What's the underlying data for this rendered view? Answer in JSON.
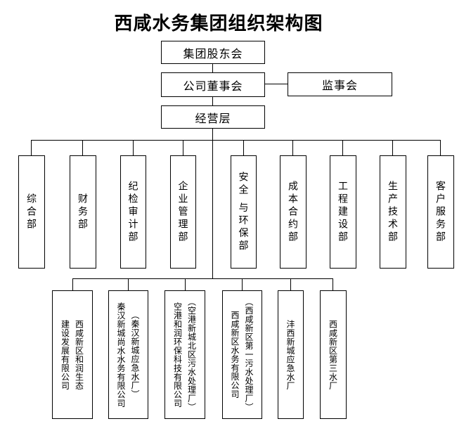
{
  "title": "西咸水务集团组织架构图",
  "top_boxes": {
    "shareholders": "集团股东会",
    "board": "公司董事会",
    "supervisory": "监事会",
    "management": "经营层"
  },
  "departments": [
    "综合部",
    "财务部",
    "纪检审计部",
    "企业管理部",
    "安全 与环保部",
    "成本合约部",
    "工程建设部",
    "生产技术部",
    "客户服务部"
  ],
  "subsidiaries": [
    {
      "columns": [
        "建设发展有限公司",
        "西咸新区和润生态"
      ]
    },
    {
      "columns": [
        "秦汉新城尚水水务有限公司",
        "（秦汉新城应急水厂）"
      ]
    },
    {
      "columns": [
        "空港和润环保科技有限公司",
        "（空港新城北区污水处理厂）"
      ]
    },
    {
      "columns": [
        "西咸新区水务有限公司",
        "（西咸新区第一污水处理厂）"
      ]
    },
    {
      "columns": [
        "沣西新城应急水厂"
      ]
    },
    {
      "columns": [
        "西咸新区第三水厂"
      ]
    }
  ],
  "colors": {
    "line": "#000000",
    "text": "#000000",
    "background": "#ffffff"
  }
}
